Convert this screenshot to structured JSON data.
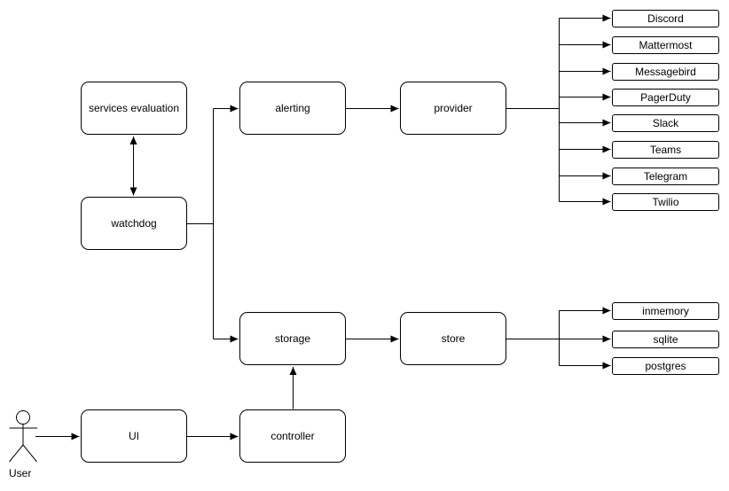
{
  "diagram": {
    "colors": {
      "background": "#ffffff",
      "stroke": "#000000",
      "text": "#000000"
    },
    "nodes": {
      "services_evaluation": {
        "label": "services evaluation"
      },
      "watchdog": {
        "label": "watchdog"
      },
      "alerting": {
        "label": "alerting"
      },
      "provider": {
        "label": "provider"
      },
      "storage": {
        "label": "storage"
      },
      "store": {
        "label": "store"
      },
      "ui": {
        "label": "UI"
      },
      "controller": {
        "label": "controller"
      }
    },
    "actor": {
      "label": "User"
    },
    "provider_targets": [
      {
        "label": "Discord"
      },
      {
        "label": "Mattermost"
      },
      {
        "label": "Messagebird"
      },
      {
        "label": "PagerDuty"
      },
      {
        "label": "Slack"
      },
      {
        "label": "Teams"
      },
      {
        "label": "Telegram"
      },
      {
        "label": "Twilio"
      }
    ],
    "store_targets": [
      {
        "label": "inmemory"
      },
      {
        "label": "sqlite"
      },
      {
        "label": "postgres"
      }
    ],
    "edges": [
      {
        "from": "watchdog",
        "to": "services evaluation",
        "style": "double-arrow"
      },
      {
        "from": "watchdog",
        "to": "alerting",
        "style": "arrow"
      },
      {
        "from": "watchdog",
        "to": "storage",
        "style": "arrow"
      },
      {
        "from": "alerting",
        "to": "provider",
        "style": "arrow"
      },
      {
        "from": "provider",
        "to": "Discord",
        "style": "arrow"
      },
      {
        "from": "provider",
        "to": "Mattermost",
        "style": "arrow"
      },
      {
        "from": "provider",
        "to": "Messagebird",
        "style": "arrow"
      },
      {
        "from": "provider",
        "to": "PagerDuty",
        "style": "arrow"
      },
      {
        "from": "provider",
        "to": "Slack",
        "style": "arrow"
      },
      {
        "from": "provider",
        "to": "Teams",
        "style": "arrow"
      },
      {
        "from": "provider",
        "to": "Telegram",
        "style": "arrow"
      },
      {
        "from": "provider",
        "to": "Twilio",
        "style": "arrow"
      },
      {
        "from": "storage",
        "to": "store",
        "style": "arrow"
      },
      {
        "from": "store",
        "to": "inmemory",
        "style": "arrow"
      },
      {
        "from": "store",
        "to": "sqlite",
        "style": "arrow"
      },
      {
        "from": "store",
        "to": "postgres",
        "style": "arrow"
      },
      {
        "from": "User",
        "to": "UI",
        "style": "arrow"
      },
      {
        "from": "UI",
        "to": "controller",
        "style": "arrow"
      },
      {
        "from": "controller",
        "to": "storage",
        "style": "arrow"
      }
    ]
  }
}
